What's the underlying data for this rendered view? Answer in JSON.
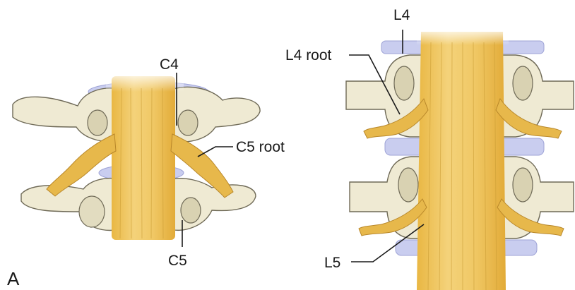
{
  "labels": {
    "panel": "A",
    "left_top": "C4",
    "left_root": "C5 root",
    "left_bottom": "C5",
    "right_top": "L4",
    "right_root": "L4 root",
    "right_bottom": "L5"
  },
  "colors": {
    "nerve": "#e8b84a",
    "bone": "#efead3",
    "disc": "#c9cdef",
    "text": "#1a1a1a"
  }
}
